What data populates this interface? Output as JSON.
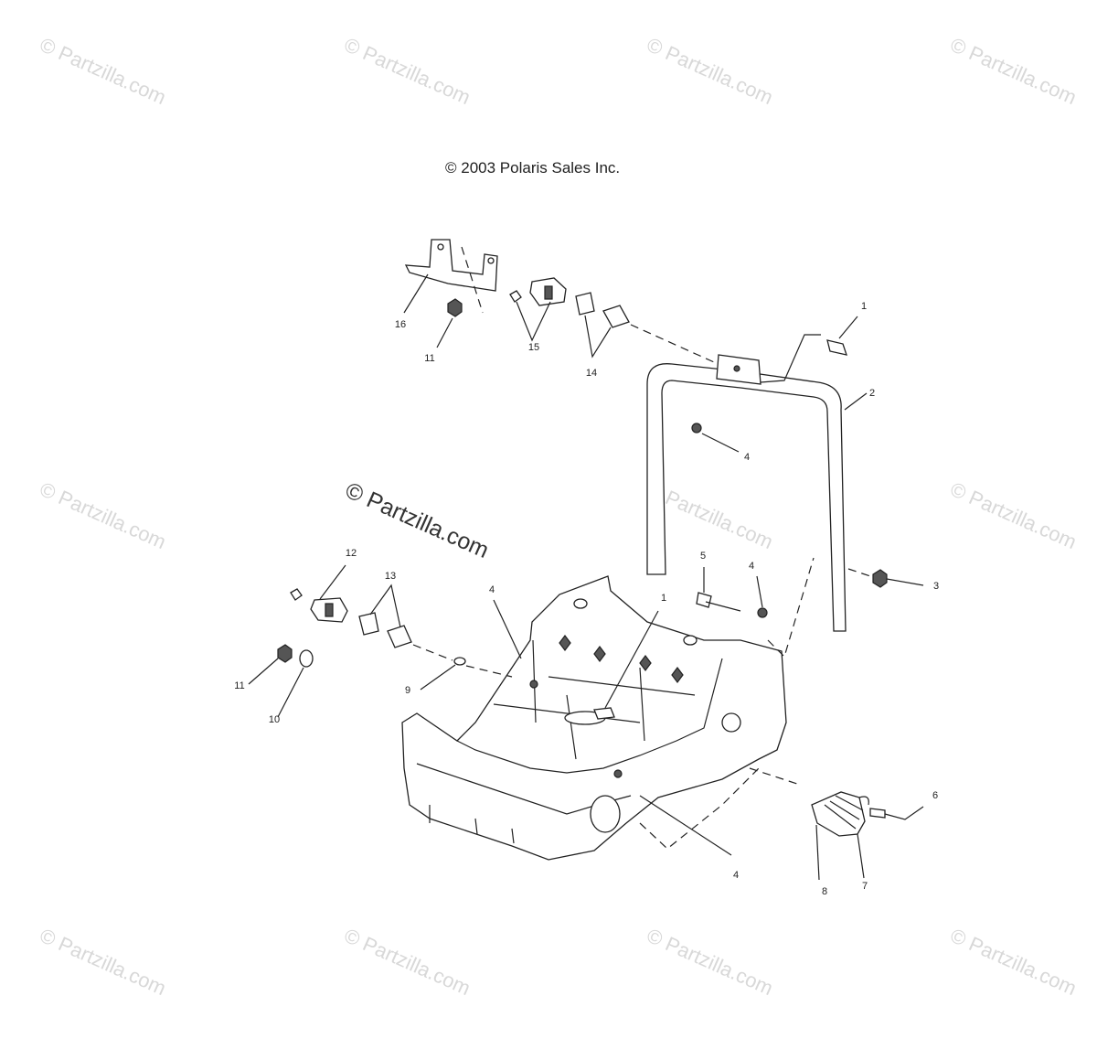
{
  "diagram": {
    "copyright": "© 2003 Polaris Sales Inc.",
    "watermark": "© Partzilla.com",
    "center_watermark": "© Partzilla.com",
    "callouts": {
      "c1a": "1",
      "c1b": "1",
      "c2": "2",
      "c3": "3",
      "c4a": "4",
      "c4b": "4",
      "c4c": "4",
      "c4d": "4",
      "c5": "5",
      "c6": "6",
      "c7": "7",
      "c8": "8",
      "c9": "9",
      "c10": "10",
      "c11a": "11",
      "c11b": "11",
      "c12": "12",
      "c13": "13",
      "c14": "14",
      "c15": "15",
      "c16": "16"
    }
  }
}
